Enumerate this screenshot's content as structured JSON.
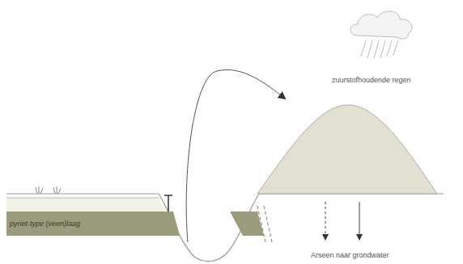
{
  "diagram": {
    "nodes": [
      {
        "text": [
          "pyriet-type (veen)laag"
        ]
      }
    ],
    "labels": [
      "zuurstofhoudende regen",
      "Arseen naar grondwater"
    ]
  }
}
